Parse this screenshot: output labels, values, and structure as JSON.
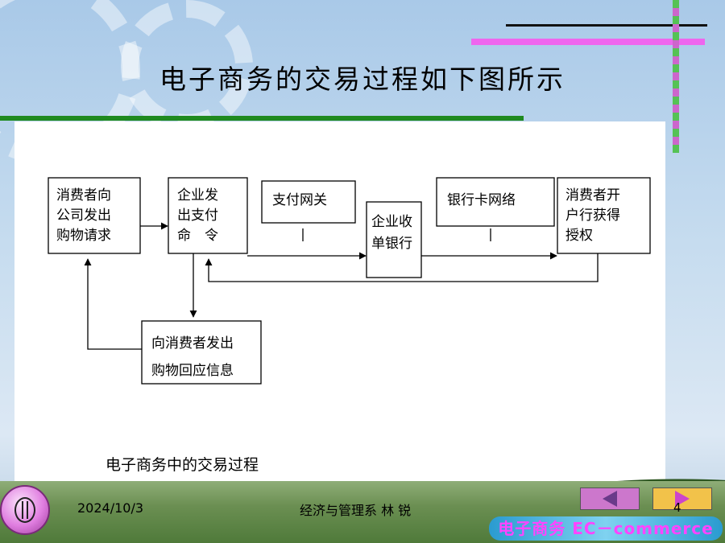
{
  "slide": {
    "title": "电子商务的交易过程如下图所示",
    "page_number": "4"
  },
  "diagram": {
    "nodes": [
      {
        "id": "consumer",
        "lines": [
          "消费者向",
          "公司发出",
          "购物请求"
        ]
      },
      {
        "id": "company_pay",
        "lines": [
          "企业发",
          "出支付",
          "命　令"
        ]
      },
      {
        "id": "gateway",
        "lines": [
          "支付网关"
        ]
      },
      {
        "id": "acquirer",
        "lines": [
          "企业收",
          "单银行"
        ]
      },
      {
        "id": "card_network",
        "lines": [
          "银行卡网络"
        ]
      },
      {
        "id": "issuer",
        "lines": [
          "消费者开",
          "户行获得",
          "授权"
        ]
      },
      {
        "id": "confirm",
        "lines": [
          "向消费者发出",
          "购物回应信息"
        ]
      }
    ],
    "caption": "电子商务中的交易过程"
  },
  "footer": {
    "date": "2024/10/3",
    "author": "经济与管理系 林 锐",
    "course": "电子商务 EC－commerce"
  },
  "nav": {
    "prev_icon": "arrow-left-icon",
    "next_icon": "arrow-right-icon"
  },
  "colors": {
    "accent_pink": "#ee66ee",
    "accent_green": "#1f8a1f",
    "banner_blue": "#2a9bd0"
  }
}
